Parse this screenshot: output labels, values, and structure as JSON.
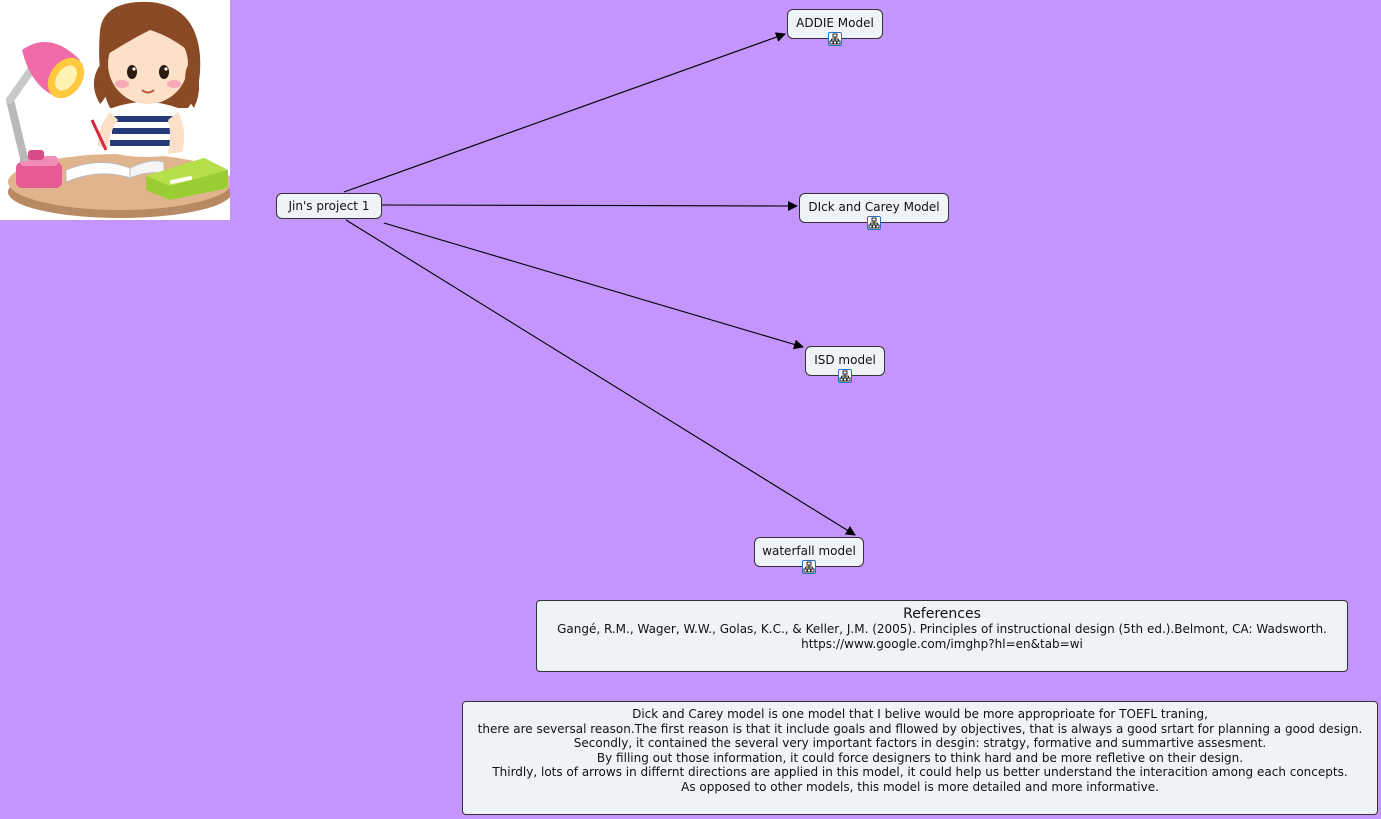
{
  "diagram": {
    "root": {
      "label": "Jin's project 1"
    },
    "nodes": [
      {
        "id": "addie",
        "label": "ADDIE Model"
      },
      {
        "id": "dick-carey",
        "label": "DIck and Carey Model"
      },
      {
        "id": "isd",
        "label": "ISD model"
      },
      {
        "id": "waterfall",
        "label": "waterfall model"
      }
    ]
  },
  "references": {
    "title": "References",
    "lines": [
      "Gangé, R.M., Wager, W.W., Golas, K.C., & Keller, J.M. (2005). Principles of instructional design (5th ed.).Belmont, CA: Wadsworth.",
      "https://www.google.com/imghp?hl=en&tab=wi"
    ]
  },
  "reflection": {
    "lines": [
      "Dick and Carey model is one model that I belive would be more approprioate for TOEFL traning,",
      "there are seversal reason.The first reason is that it include goals and fllowed by objectives, that is always a good srtart for planning a good design.",
      "Secondly, it contained the several very important factors in desgin: stratgy, formative and summartive assesment.",
      "By filling out those information, it could force designers to think hard and be more refletive on their design.",
      "Thirdly, lots of arrows in differnt directions are applied in this model, it could help us better understand the interacition among each concepts.",
      "As opposed to other models, this model is more detailed and more informative."
    ]
  },
  "icons": {
    "node_attachment": "submap-icon",
    "illustration": "girl-studying-illustration"
  },
  "colors": {
    "background": "#c495fc",
    "node_fill": "#eef3f7",
    "border": "#333333",
    "submap_icon_accent": "#1e73c8"
  }
}
